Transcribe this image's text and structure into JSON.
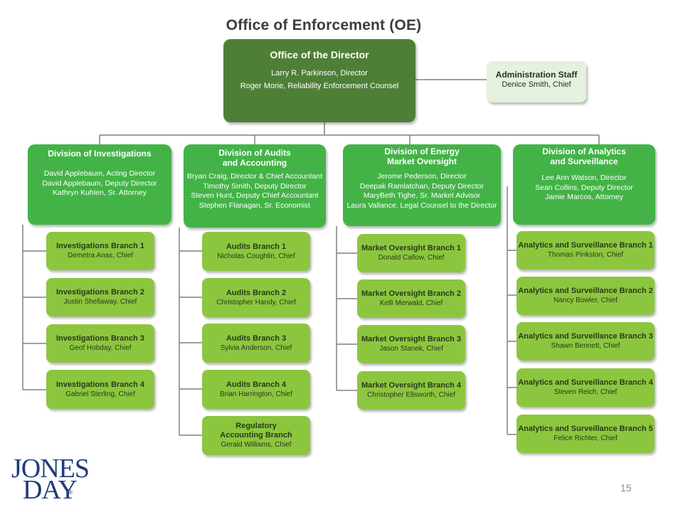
{
  "title": "Office of Enforcement (OE)",
  "director_office": {
    "title": "Office of the Director",
    "people": [
      "Larry R. Parkinson, Director",
      "Roger Morie, Reliability Enforcement Counsel"
    ]
  },
  "admin_staff": {
    "title": "Administration Staff",
    "people": [
      "Denice Smith, Chief"
    ]
  },
  "divisions": [
    {
      "title_lines": [
        "Division of Investigations"
      ],
      "people": [
        "David Applebaum, Acting Director",
        "David Applebaum, Deputy Director",
        "Kathryn Kuhlen, Sr. Attorney"
      ],
      "branches": [
        {
          "title_lines": [
            "Investigations Branch 1"
          ],
          "chief": "Demetra Anas, Chief"
        },
        {
          "title_lines": [
            "Investigations Branch 2"
          ],
          "chief": "Justin Shellaway, Chief"
        },
        {
          "title_lines": [
            "Investigations Branch 3"
          ],
          "chief": "Geof Hobday, Chief"
        },
        {
          "title_lines": [
            "Investigations Branch 4"
          ],
          "chief": "Gabriel Sterling, Chief"
        }
      ]
    },
    {
      "title_lines": [
        "Division of Audits",
        "and Accounting"
      ],
      "people": [
        "Bryan Craig, Director & Chief Accountant",
        "Timothy Smith, Deputy Director",
        "Steven Hunt, Deputy Chief Accountant",
        "Stephen Flanagan,  Sr. Economist"
      ],
      "branches": [
        {
          "title_lines": [
            "Audits Branch 1"
          ],
          "chief": "Nicholas Coughlin, Chief"
        },
        {
          "title_lines": [
            "Audits Branch 2"
          ],
          "chief": "Christopher Handy, Chief"
        },
        {
          "title_lines": [
            "Audits Branch 3"
          ],
          "chief": "Sylvia Anderson, Chief"
        },
        {
          "title_lines": [
            "Audits Branch 4"
          ],
          "chief": "Brian Harrington, Chief"
        },
        {
          "title_lines": [
            "Regulatory",
            "Accounting Branch"
          ],
          "chief": "Gerald Williams, Chief"
        }
      ]
    },
    {
      "title_lines": [
        "Division of Energy",
        "Market Oversight"
      ],
      "people": [
        "Jerome Pederson, Director",
        "Deepak Ramlatchan, Deputy Director",
        "MaryBeth Tighe, Sr. Market Advisor",
        "Laura Vallance, Legal Counsel to the Director"
      ],
      "branches": [
        {
          "title_lines": [
            "Market Oversight Branch 1"
          ],
          "chief": "Donald Callow, Chief"
        },
        {
          "title_lines": [
            "Market Oversight Branch 2"
          ],
          "chief": "Kelli Merwald, Chief"
        },
        {
          "title_lines": [
            "Market Oversight Branch 3"
          ],
          "chief": "Jason Stanek, Chief"
        },
        {
          "title_lines": [
            "Market Oversight Branch 4"
          ],
          "chief": "Christopher Ellsworth, Chief"
        }
      ]
    },
    {
      "title_lines": [
        "Division of Analytics",
        "and Surveillance"
      ],
      "people": [
        "Lee Ann Watson, Director",
        "Sean Collins, Deputy Director",
        "Jamie Marcos, Attorney"
      ],
      "branches": [
        {
          "title_lines": [
            "Analytics and Surveillance Branch 1"
          ],
          "chief": "Thomas Pinkston, Chief"
        },
        {
          "title_lines": [
            "Analytics and Surveillance Branch 2"
          ],
          "chief": "Nancy Bowler, Chief"
        },
        {
          "title_lines": [
            "Analytics and Surveillance Branch 3"
          ],
          "chief": "Shawn Bennett, Chief"
        },
        {
          "title_lines": [
            "Analytics and Surveillance Branch 4"
          ],
          "chief": "Steven Reich, Chief"
        },
        {
          "title_lines": [
            "Analytics and Surveillance Branch 5"
          ],
          "chief": "Felice Richter, Chief"
        }
      ]
    }
  ],
  "logo": {
    "line1": "JONES",
    "line2": "DAY",
    "mark": "®"
  },
  "page_number": "15",
  "colors": {
    "director": "#4f7f37",
    "division": "#43b347",
    "branch": "#8cc63f",
    "admin": "#e4f1dc",
    "connector": "#808080"
  }
}
